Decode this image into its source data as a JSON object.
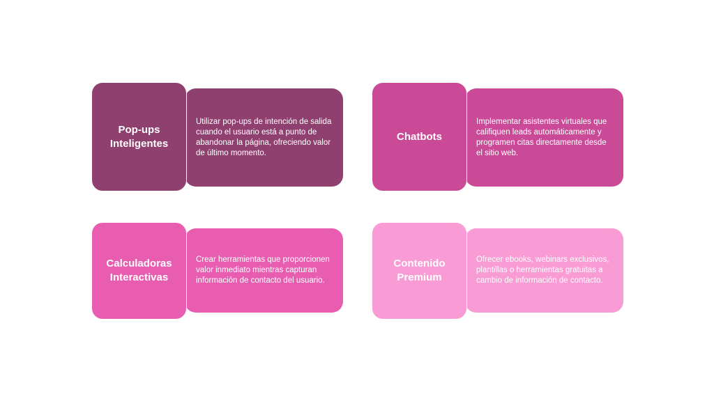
{
  "cards": [
    {
      "title": "Pop-ups Inteligentes",
      "description": "Utilizar pop-ups de intención de salida cuando el usuario está a punto de abandonar la página, ofreciendo valor de último momento.",
      "color": "#8f406f"
    },
    {
      "title": "Chatbots",
      "description": "Implementar asistentes virtuales que califiquen leads automáticamente y programen citas directamente desde el sitio web.",
      "color": "#cb4a98"
    },
    {
      "title": "Calculadoras Interactivas",
      "description": "Crear herramientas que proporcionen valor inmediato mientras capturan información de contacto del usuario.",
      "color": "#e95db1"
    },
    {
      "title": "Contenido Premium",
      "description": "Ofrecer ebooks, webinars exclusivos, plantillas o herramientas gratuitas a cambio de información de contacto.",
      "color": "#f99bd4"
    }
  ]
}
